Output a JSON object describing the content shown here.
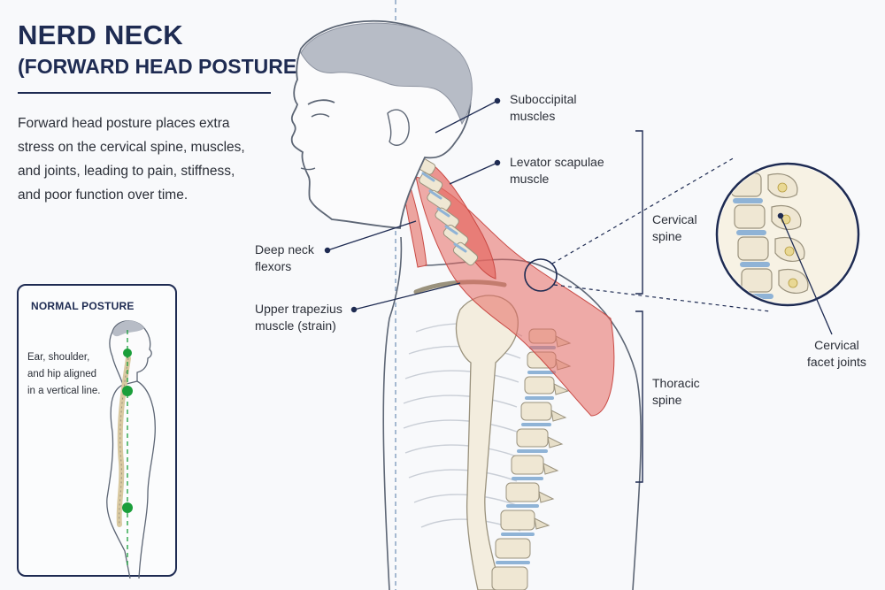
{
  "header": {
    "title": "NERD NECK",
    "subtitle": "(FORWARD HEAD POSTURE)"
  },
  "intro": {
    "lines": [
      "Forward head posture places extra",
      "stress on the cervical spine, muscles,",
      "and joints, leading to pain, stiffness,",
      "and poor function over time."
    ]
  },
  "inset": {
    "title": "NORMAL POSTURE",
    "note_lines": [
      "Ear, shoulder,",
      "and hip aligned",
      "in a vertical line."
    ],
    "alignment_color": "#1a9e3a"
  },
  "labels": {
    "suboccipital": [
      "Suboccipital",
      "muscles"
    ],
    "levator": [
      "Levator scapulae",
      "muscle"
    ],
    "deep_neck": [
      "Deep neck",
      "flexors"
    ],
    "upper_trap": [
      "Upper trapezius",
      "muscle (strain)"
    ],
    "cervical_spine": [
      "Cervical",
      "spine"
    ],
    "thoracic_spine": [
      "Thoracic",
      "spine"
    ],
    "facet_joints": [
      "Cervical",
      "facet joints"
    ]
  },
  "colors": {
    "navy": "#1e2b52",
    "muscle": "#e56a63",
    "bone": "#efe7d3",
    "disc": "#8fb3d6",
    "skin_line": "#5d6675",
    "hair": "#b7bcc6"
  }
}
